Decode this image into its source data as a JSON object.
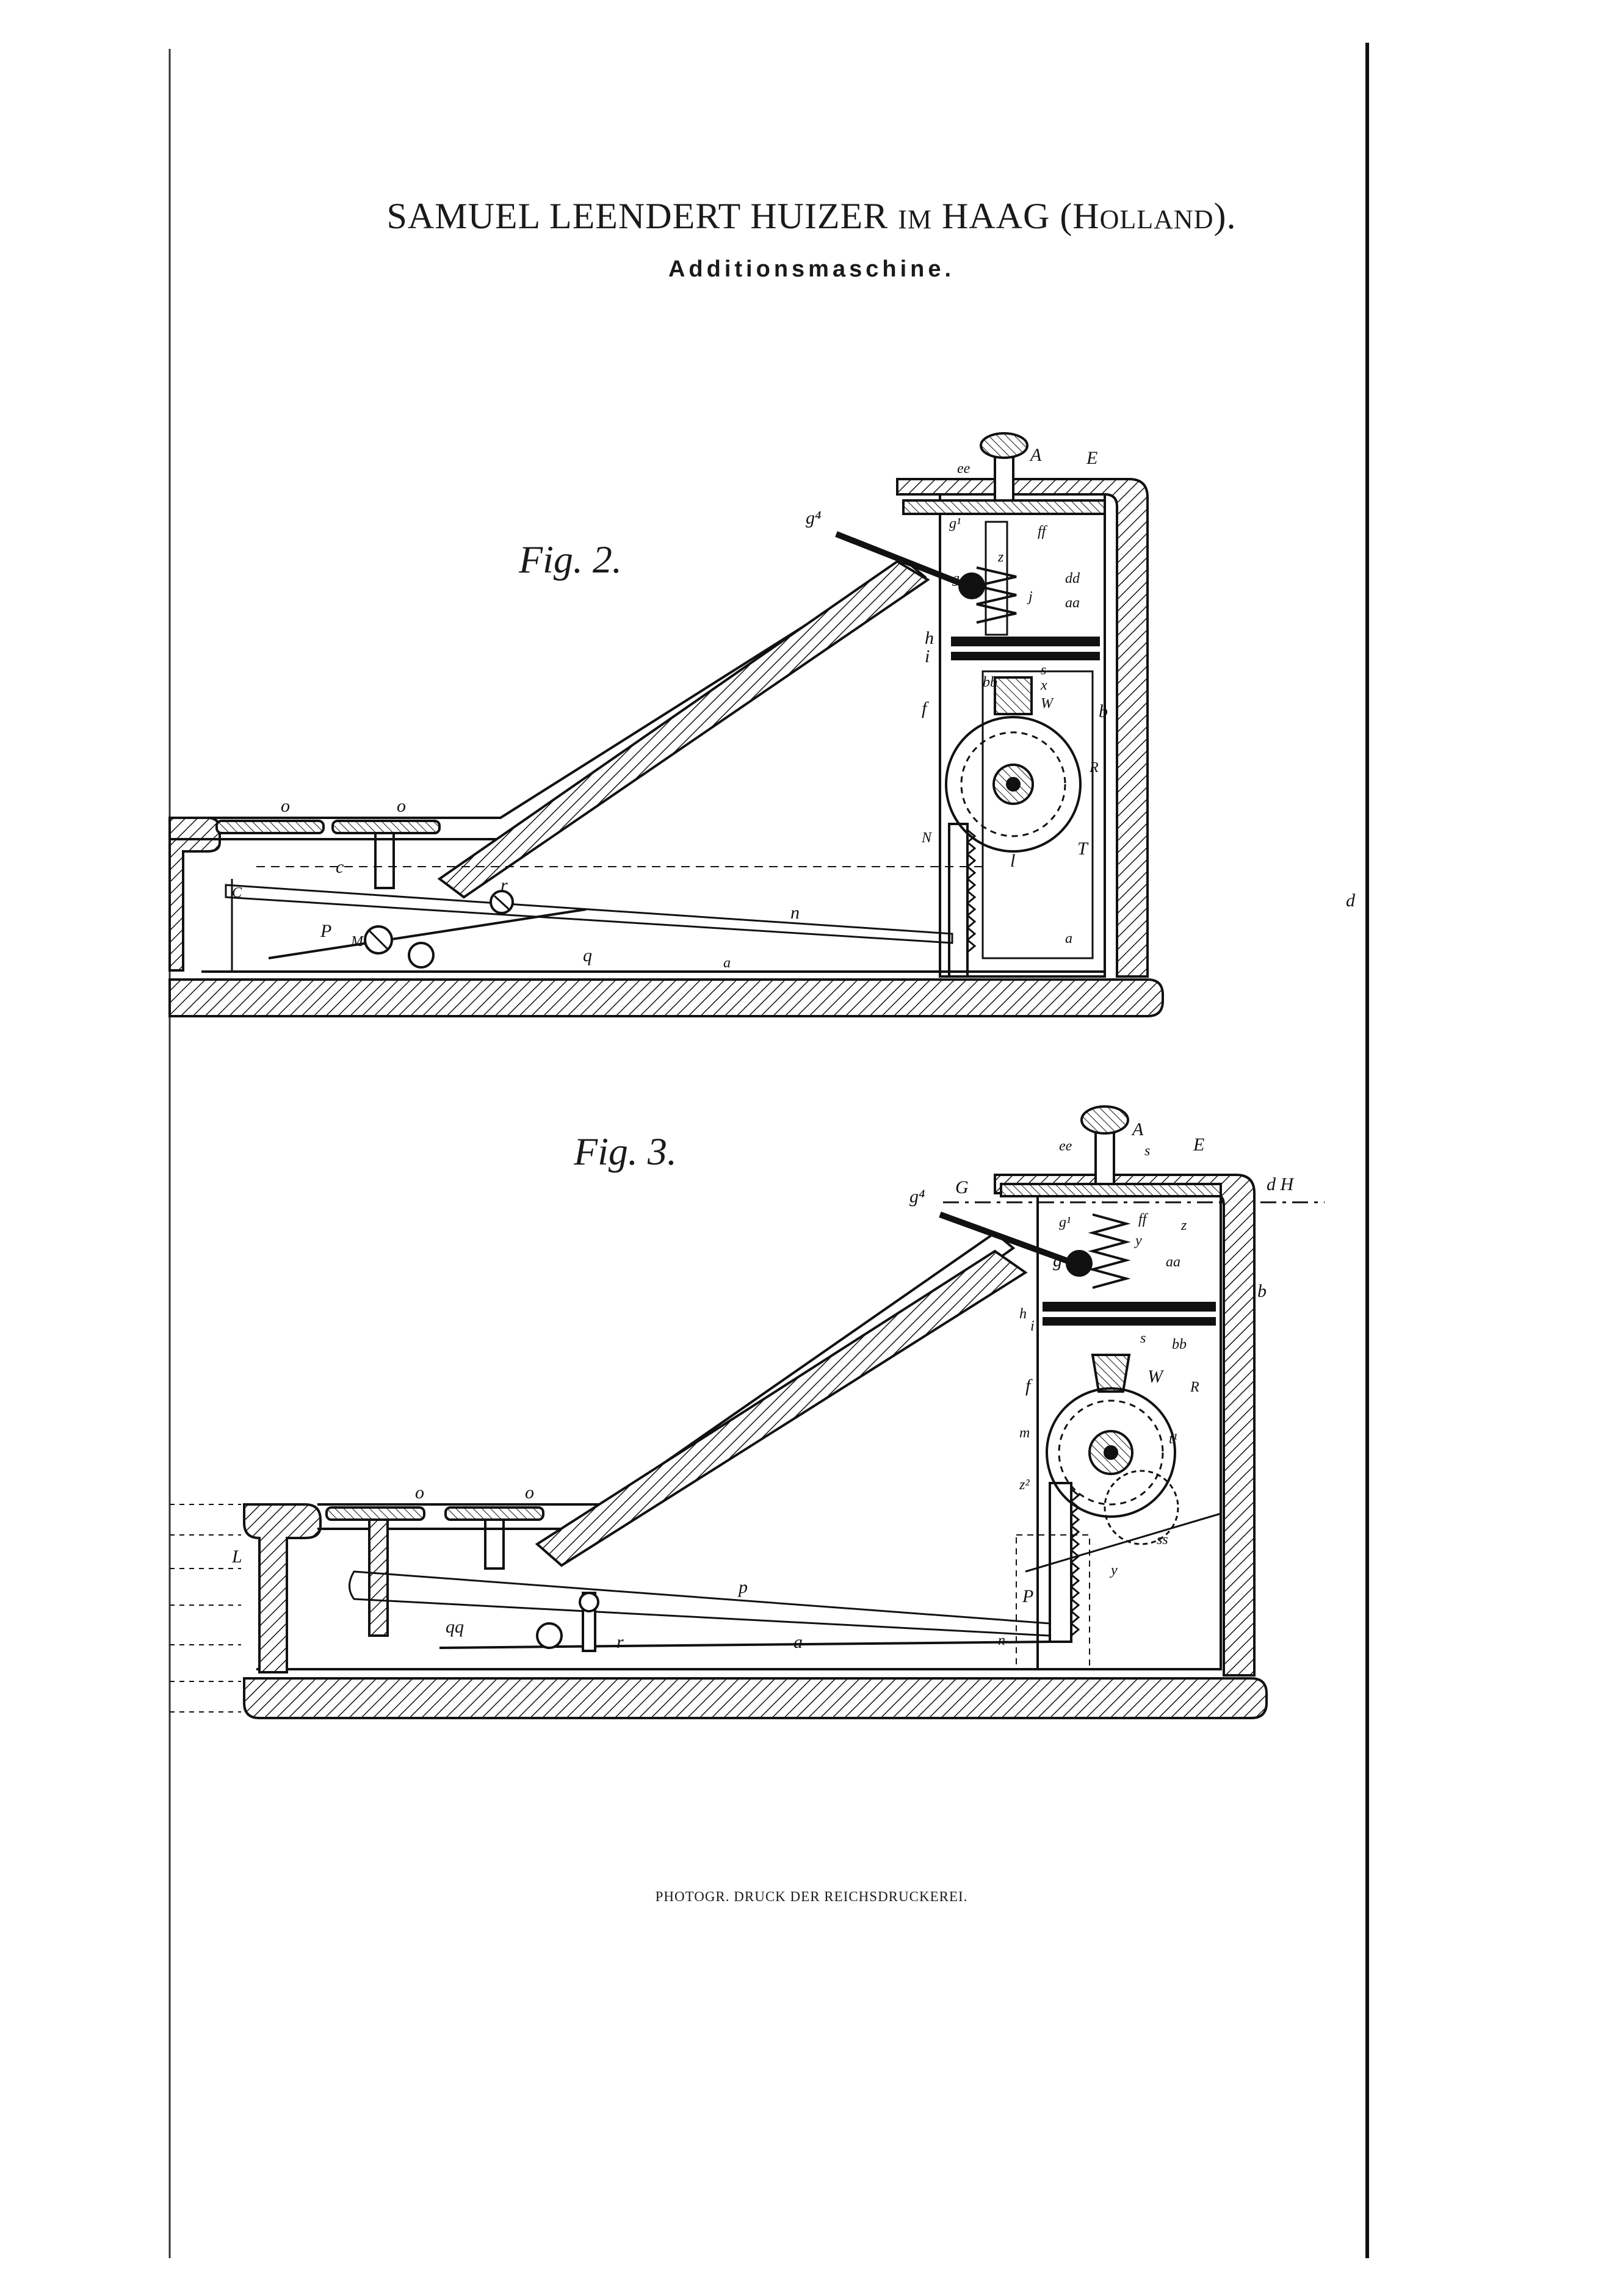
{
  "header": {
    "patentee_main": "SAMUEL LEENDERT HUIZER",
    "patentee_im": "IM",
    "patentee_place": "HAAG",
    "patentee_country_initial": "(H",
    "patentee_country_rest": "OLLAND",
    "patentee_country_close": ").",
    "title": "Additionsmaschine."
  },
  "fig2": {
    "caption": "Fig. 2.",
    "labels": {
      "A": "A",
      "E": "E",
      "ee": "ee",
      "g4": "g⁴",
      "g1": "g¹",
      "ff": "ff",
      "z": "z",
      "g": "g",
      "j": "j",
      "dd": "dd",
      "aa": "aa",
      "h": "h",
      "i": "i",
      "bb": "bb",
      "s": "s",
      "x": "x",
      "W": "W",
      "b": "b",
      "f": "f",
      "R": "R",
      "N": "N",
      "l": "l",
      "T": "T",
      "o1": "o",
      "o2": "o",
      "c": "c",
      "C": "C",
      "P": "P",
      "M": "M",
      "r": "r",
      "n": "n",
      "q": "q",
      "a": "a",
      "a2": "a",
      "d": "d"
    }
  },
  "fig3": {
    "caption": "Fig. 3.",
    "labels": {
      "A": "A",
      "ee": "ee",
      "s": "s",
      "E": "E",
      "g4": "g⁴",
      "G": "G",
      "dH": "d H",
      "g1": "g¹",
      "ff": "ff",
      "z": "z",
      "g": "g",
      "y": "y",
      "aa": "aa",
      "b": "b",
      "h": "h",
      "i": "i",
      "bb": "bb",
      "s2": "s",
      "W": "W",
      "f": "f",
      "R": "R",
      "m": "m",
      "t1": "t¹",
      "z2": "z²",
      "ss": "ss",
      "o1": "o",
      "o2": "o",
      "L": "L",
      "p": "p",
      "P": "P",
      "y2": "y",
      "qq": "qq",
      "r": "r",
      "a": "a",
      "n": "n"
    }
  },
  "footer": {
    "printer": "PHOTOGR. DRUCK DER REICHSDRUCKEREI."
  }
}
